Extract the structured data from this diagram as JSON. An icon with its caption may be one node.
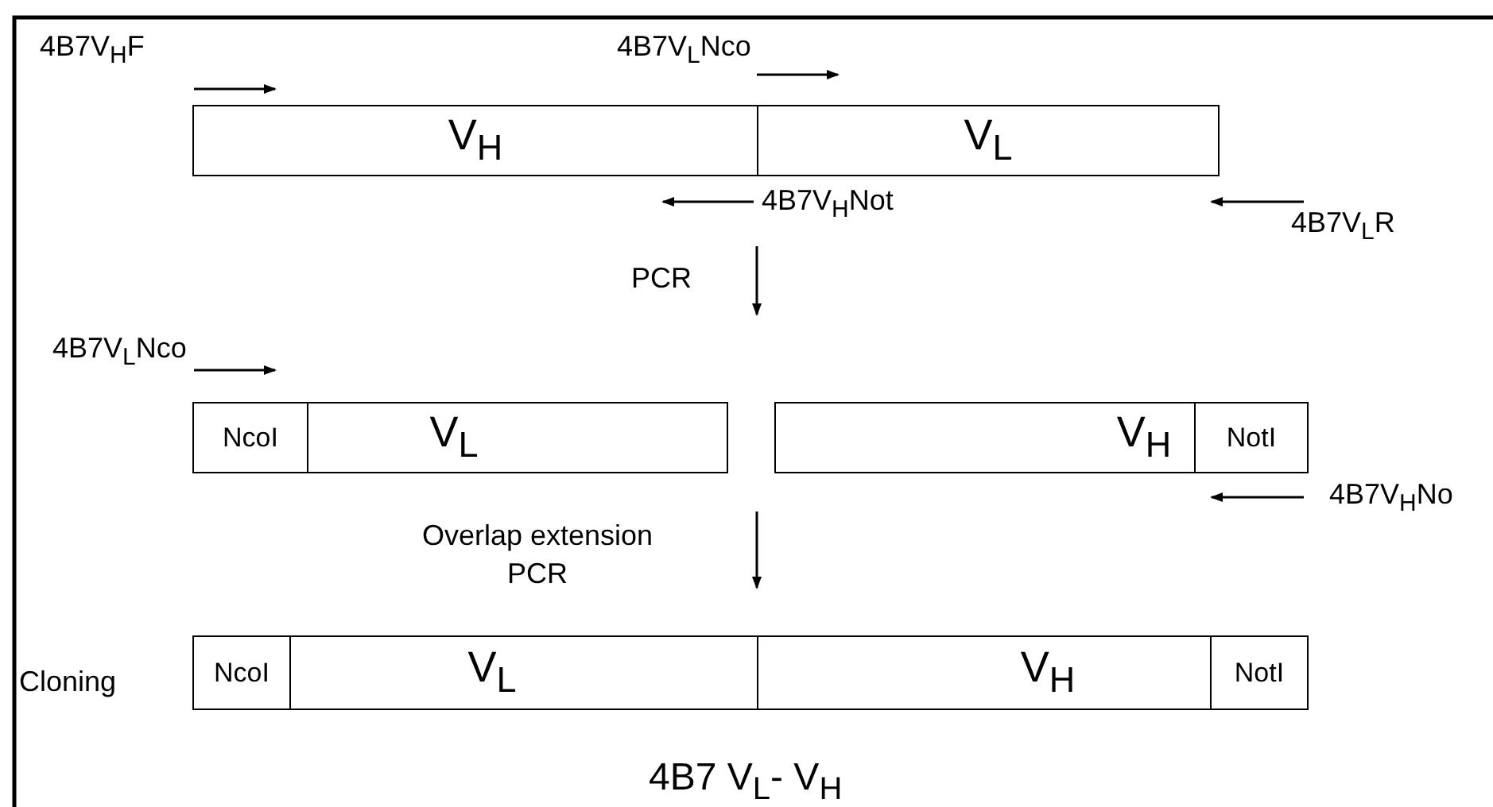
{
  "diagram": {
    "nodes": [
      {
        "text": [
          "V$_{H}$"
        ]
      },
      {
        "text": [
          "V$_{L}$"
        ]
      },
      {
        "text": [
          "NcoI"
        ]
      },
      {
        "text": [
          "V$_{L}$"
        ]
      },
      {
        "text": [
          "V$_{H}$"
        ]
      },
      {
        "text": [
          "NotI"
        ]
      },
      {
        "text": [
          "NcoI"
        ]
      },
      {
        "text": [
          "V$_{L}$"
        ]
      },
      {
        "text": [
          "V$_{H}$"
        ]
      },
      {
        "text": [
          "NotI"
        ]
      }
    ],
    "edges": [],
    "labels": [
      "4B7V$_{H}$F",
      "4B7V$_{L}$Nco",
      "4B7V$_{H}$Not",
      "4B7V$_{L}$R",
      "PCR",
      "4B7V$_{L}$Nco",
      "4B7V$_{H}$No",
      "Overlap extension PCR",
      "Cloning",
      "4B7 V$_{L}$- V$_{H}$"
    ]
  }
}
